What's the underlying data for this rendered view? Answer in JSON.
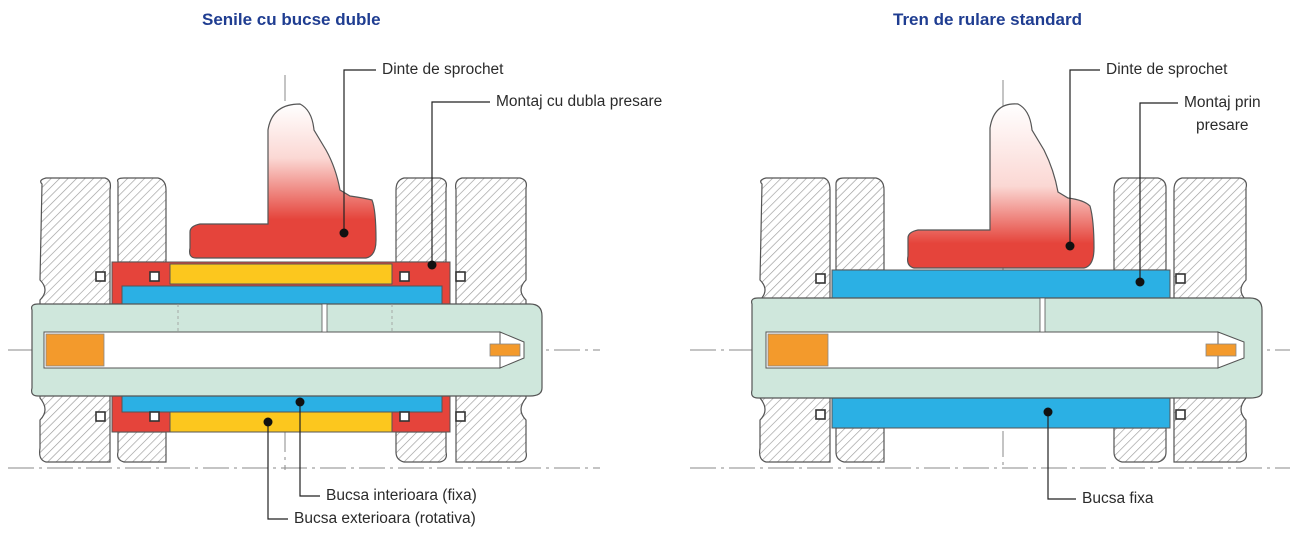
{
  "left": {
    "title": "Senile cu bucse duble",
    "labels": {
      "sprocket_tooth": "Dinte de sprochet",
      "double_press_fit": "Montaj cu dubla presare",
      "inner_bushing": "Bucsa interioara (fixa)",
      "outer_bushing": "Bucsa exterioara (rotativa)"
    }
  },
  "right": {
    "title": "Tren de rulare standard",
    "labels": {
      "sprocket_tooth": "Dinte de sprochet",
      "press_fit_line1": "Montaj prin",
      "press_fit_line2": "presare",
      "fixed_bushing": "Bucsa fixa"
    }
  },
  "colors": {
    "title": "#1f3d91",
    "sprocket_red": "#e5443b",
    "inner_bushing_blue": "#2bb0e4",
    "outer_bushing_yellow": "#fcc71e",
    "pin_green": "#cfe7dc",
    "plug_orange": "#f39a2c",
    "hatch_gray": "#9a9a9a"
  }
}
